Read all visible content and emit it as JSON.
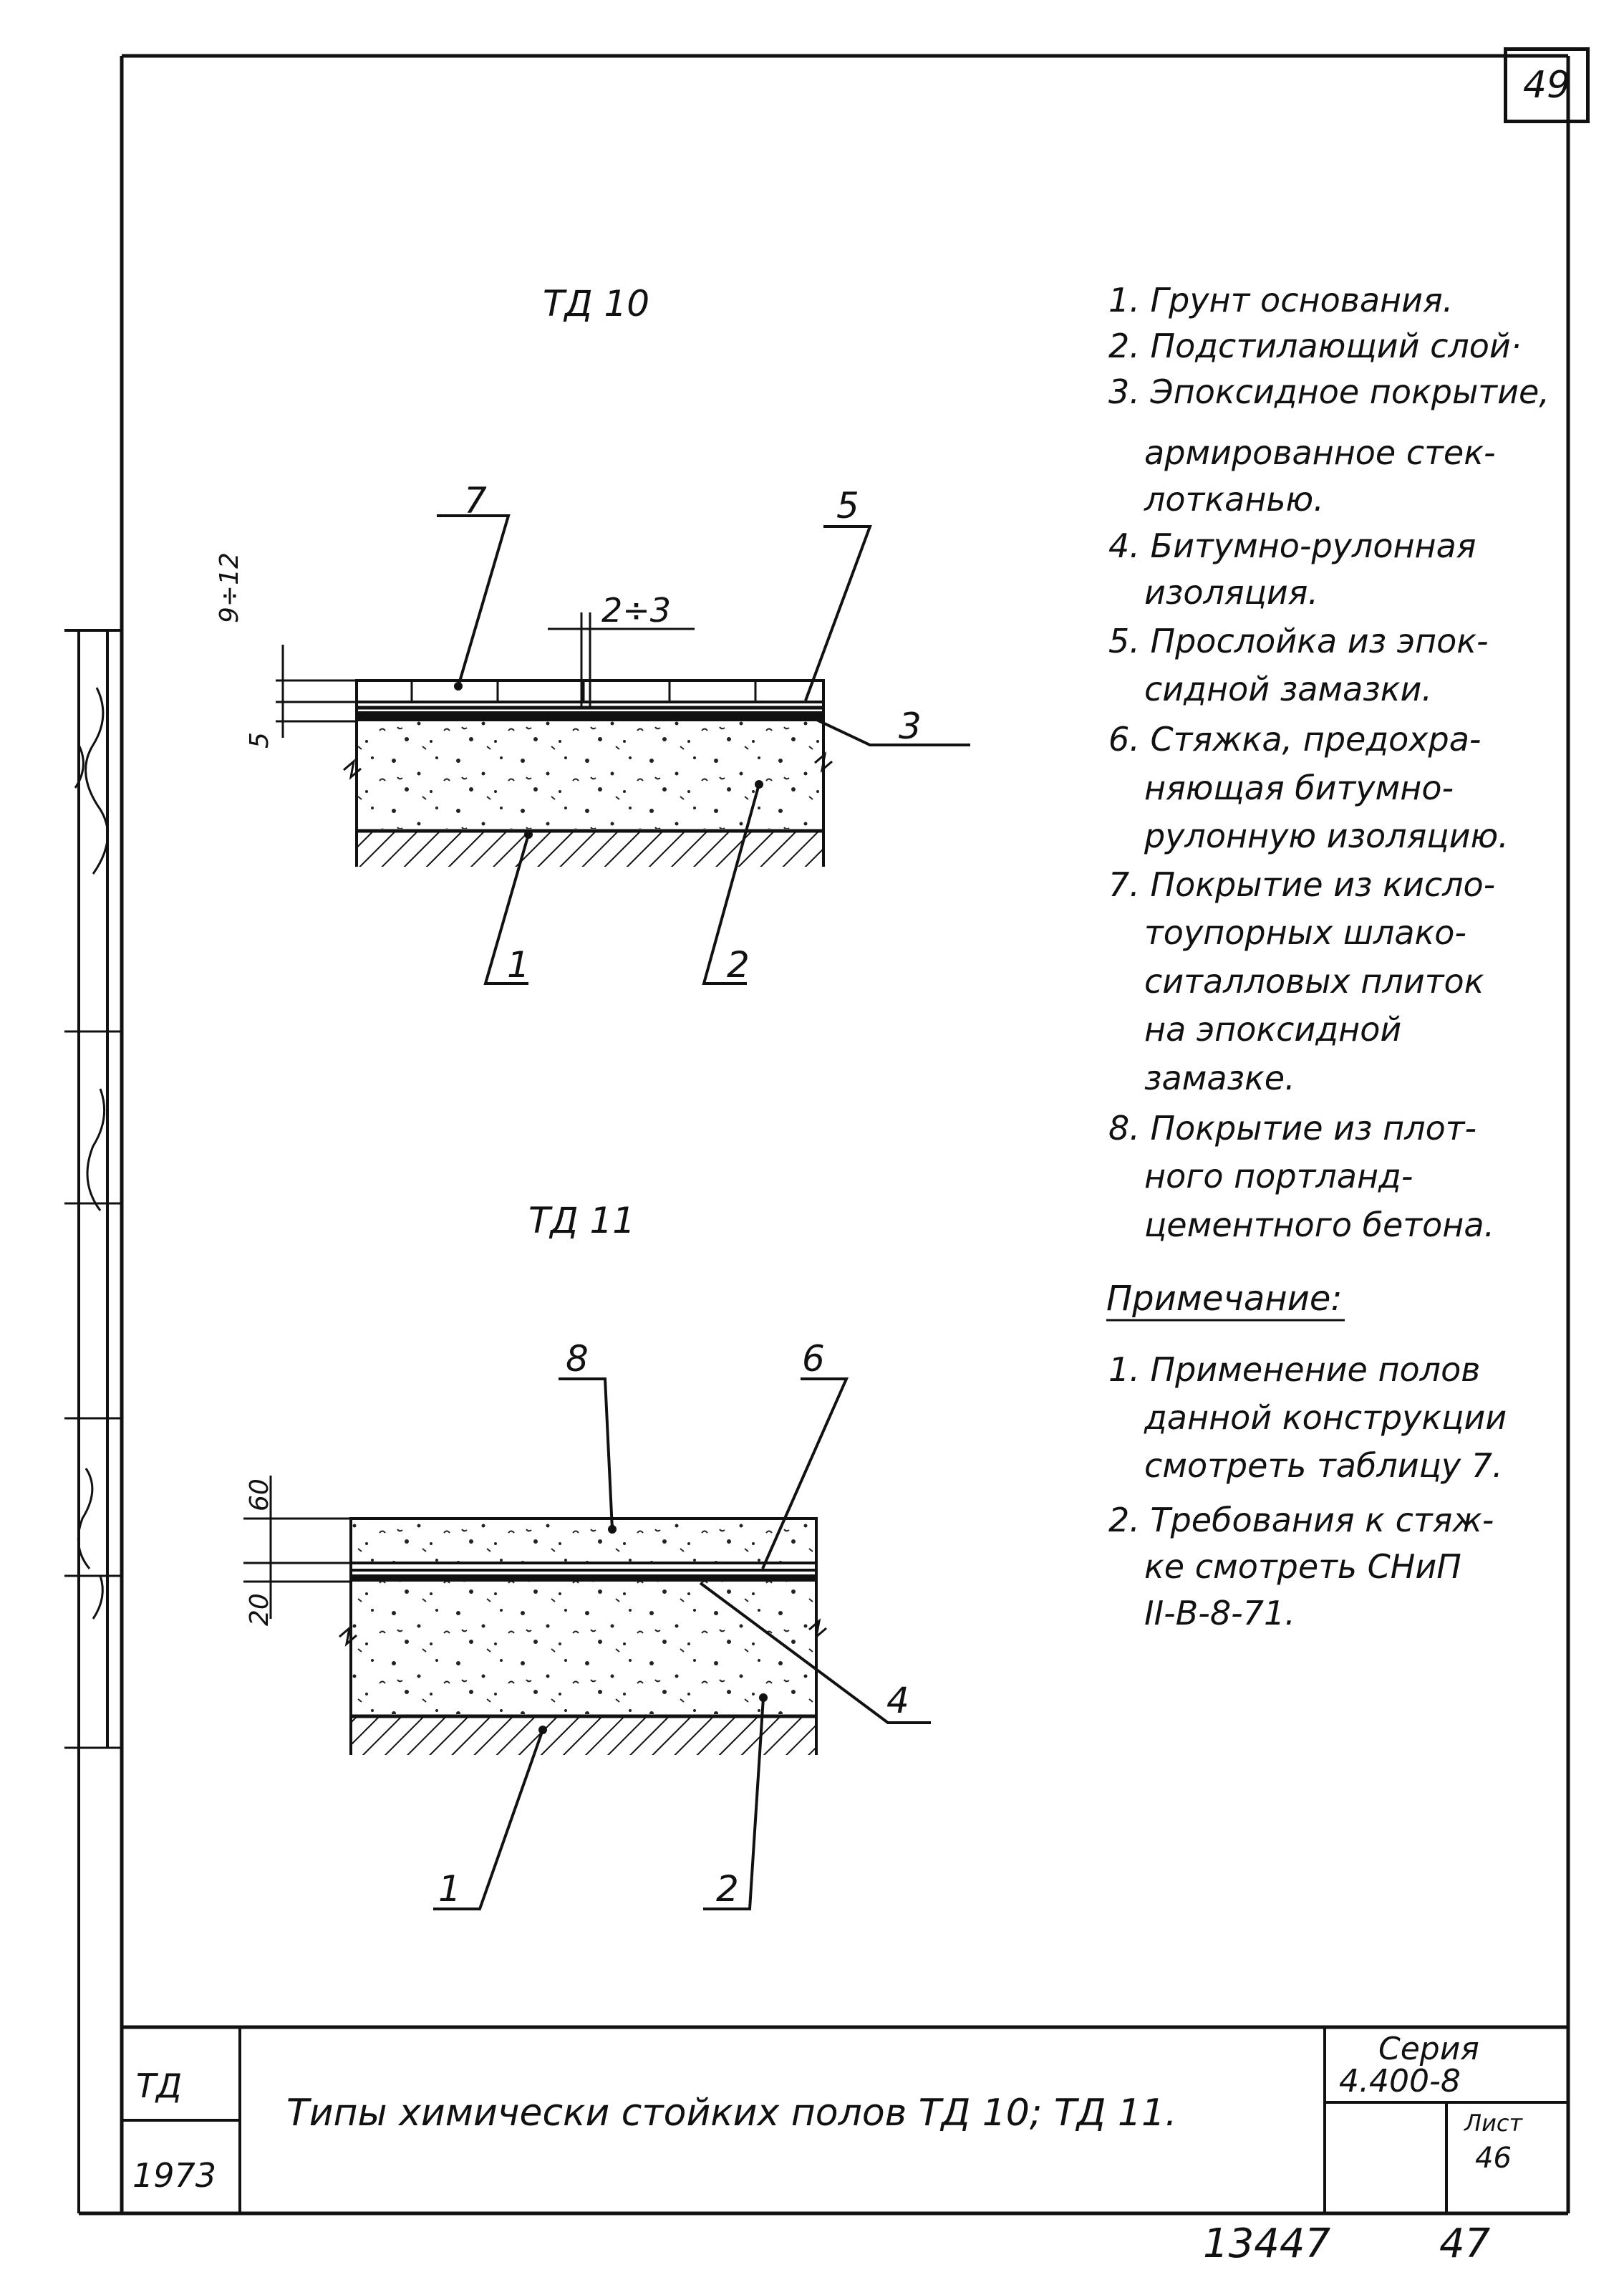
{
  "sheet_number": "49",
  "drawing_td10": {
    "title": "ТД 10",
    "callouts": [
      "7",
      "5",
      "3",
      "1",
      "2"
    ],
    "dim_top": "2÷3",
    "dim_side_thick": "9÷12",
    "dim_side_thin": "5"
  },
  "drawing_td11": {
    "title": "ТД 11",
    "callouts": [
      "8",
      "6",
      "4",
      "1",
      "2"
    ],
    "dim_side_top": "60",
    "dim_side_bottom": "20"
  },
  "legend": [
    "1. Грунт основания.",
    "2. Подстилающий слой·",
    "3. Эпоксидное покрытие,",
    "армированное стек-",
    "лотканью.",
    "4. Битумно-рулонная",
    "изоляция.",
    "5. Прослойка из эпок-",
    "сидной замазки.",
    "6. Стяжка, предохра-",
    "няющая битумно-",
    "рулонную изоляцию.",
    "7. Покрытие из кисло-",
    "тоупорных шлако-",
    "ситалловых плиток",
    "на эпоксидной",
    "замазке.",
    "8. Покрытие из плот-",
    "ного портланд-",
    "цементного бетона."
  ],
  "note": {
    "heading": "Примечание:",
    "lines": [
      "1. Применение полов",
      "данной конструкции",
      "смотреть таблицу 7.",
      "2. Требования к стяж-",
      "ке смотреть СНиП",
      "II-В-8-71."
    ]
  },
  "title_block": {
    "org": "ТД",
    "year": "1973",
    "title": "Типы химически стойких полов ТД 10; ТД 11.",
    "series_label": "Серия",
    "series_value": "4.400-8",
    "sheet_label": "Лист",
    "sheet_value": "46"
  },
  "footer": {
    "number": "13447",
    "page": "47"
  }
}
